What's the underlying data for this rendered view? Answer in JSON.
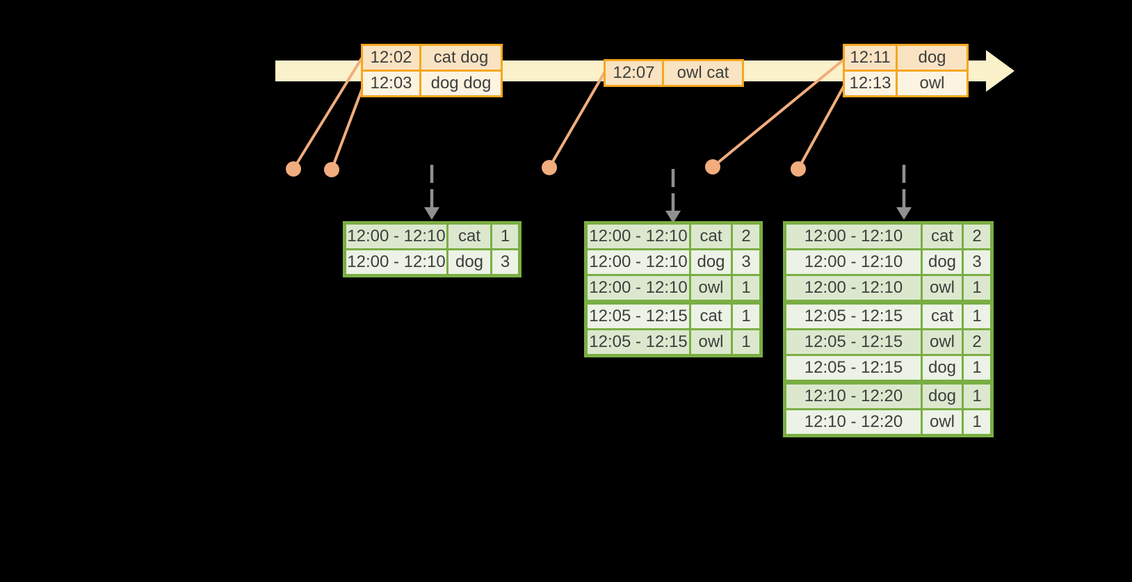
{
  "colors": {
    "background": "#000000",
    "timeline": "#FBF1CB",
    "event-border": "#F4A71D",
    "event-row-dark": "#FAE3C2",
    "event-row-light": "#FCF3E1",
    "connector": "#F1AD7D",
    "result-border": "#7AAE44",
    "result-row-dark": "#DCE8CE",
    "result-row-light": "#ECF2E5",
    "trigger-arrow": "#909090",
    "text": "#3E3E3E"
  },
  "event_tables": [
    {
      "rows": [
        {
          "time": "12:02",
          "words": "cat dog"
        },
        {
          "time": "12:03",
          "words": "dog dog"
        }
      ]
    },
    {
      "rows": [
        {
          "time": "12:07",
          "words": "owl cat"
        }
      ]
    },
    {
      "rows": [
        {
          "time": "12:11",
          "words": "dog"
        },
        {
          "time": "12:13",
          "words": "owl"
        }
      ]
    }
  ],
  "result_tables": [
    {
      "rows": [
        {
          "window": "12:00 - 12:10",
          "word": "cat",
          "count": "1"
        },
        {
          "window": "12:00 - 12:10",
          "word": "dog",
          "count": "3"
        }
      ]
    },
    {
      "rows": [
        {
          "window": "12:00 - 12:10",
          "word": "cat",
          "count": "2"
        },
        {
          "window": "12:00 - 12:10",
          "word": "dog",
          "count": "3"
        },
        {
          "window": "12:00 - 12:10",
          "word": "owl",
          "count": "1"
        },
        {
          "window": "12:05 - 12:15",
          "word": "cat",
          "count": "1"
        },
        {
          "window": "12:05 - 12:15",
          "word": "owl",
          "count": "1"
        }
      ]
    },
    {
      "rows": [
        {
          "window": "12:00 - 12:10",
          "word": "cat",
          "count": "2"
        },
        {
          "window": "12:00 - 12:10",
          "word": "dog",
          "count": "3"
        },
        {
          "window": "12:00 - 12:10",
          "word": "owl",
          "count": "1"
        },
        {
          "window": "12:05 - 12:15",
          "word": "cat",
          "count": "1"
        },
        {
          "window": "12:05 - 12:15",
          "word": "owl",
          "count": "2"
        },
        {
          "window": "12:05 - 12:15",
          "word": "dog",
          "count": "1"
        },
        {
          "window": "12:10 - 12:20",
          "word": "dog",
          "count": "1"
        },
        {
          "window": "12:10 - 12:20",
          "word": "owl",
          "count": "1"
        }
      ]
    }
  ]
}
